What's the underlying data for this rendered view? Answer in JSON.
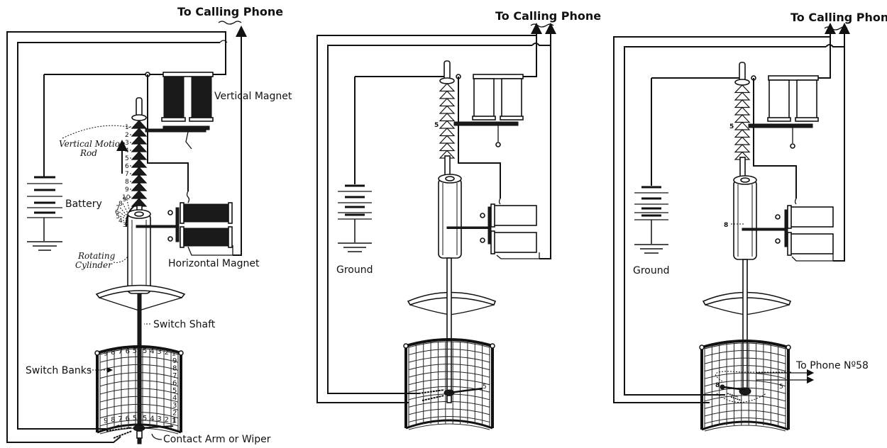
{
  "diagram": {
    "subject": "Automatic telephone switch operation",
    "panels": [
      {
        "id": "panel-1",
        "labels": {
          "to_calling_phone": "To Calling Phone",
          "vertical_magnet": "Vertical Magnet",
          "vertical_motion_rod": "Vertical Motion",
          "vertical_motion_rod_2": "Rod",
          "battery": "Battery",
          "rotating_cylinder": "Rotating",
          "rotating_cylinder_2": "Cylinder",
          "horizontal_magnet": "Horizontal Magnet",
          "switch_shaft": "Switch Shaft",
          "switch_banks": "Switch Banks",
          "contact_arm": "Contact Arm  or Wiper"
        },
        "rod_step_numbers": [
          "1",
          "2",
          "3",
          "4",
          "5",
          "6",
          "7",
          "8",
          "9",
          "10"
        ],
        "rotation_numbers": [
          "1",
          "2",
          "3",
          "4",
          "5",
          "6",
          "7",
          "8",
          "9"
        ],
        "bank_top_numbers": [
          "9",
          "8",
          "7",
          "6",
          "5",
          "5",
          "4",
          "3",
          "2",
          "1"
        ],
        "bank_side_numbers": [
          "9",
          "8",
          "7",
          "6",
          "5",
          "4",
          "3",
          "2",
          "1"
        ],
        "bank_bottom_numbers": [
          "9",
          "8",
          "7",
          "6",
          "5",
          "5",
          "4",
          "3",
          "2",
          "1"
        ]
      },
      {
        "id": "panel-2",
        "labels": {
          "to_calling_phone": "To Calling Phone",
          "ground": "Ground",
          "rod_position": "5",
          "wiper_position": "5"
        }
      },
      {
        "id": "panel-3",
        "labels": {
          "to_calling_phone": "To Calling Phone",
          "ground": "Ground",
          "rod_position": "5",
          "cylinder_position": "8",
          "wiper_row": "8",
          "wiper_col": "5",
          "to_phone": "To Phone Nº58"
        }
      }
    ]
  }
}
